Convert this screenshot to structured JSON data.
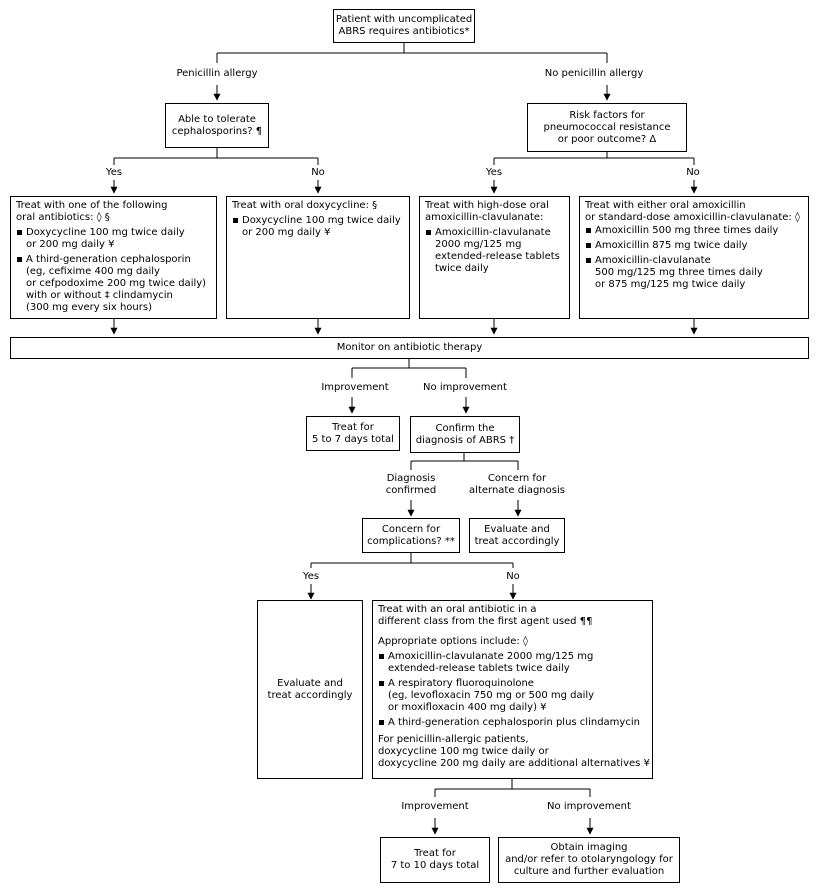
{
  "start": [
    "Patient with uncomplicated",
    "ABRS requires antibiotics*"
  ],
  "branch_left": "Penicillin allergy",
  "branch_right": "No penicillin allergy",
  "ceph_q": [
    "Able to tolerate",
    "cephalosporins? ¶"
  ],
  "risk_q": [
    "Risk factors for",
    "pneumococcal resistance",
    "or poor outcome? Δ"
  ],
  "yes": "Yes",
  "no": "No",
  "box1": {
    "head": [
      "Treat with one of the following",
      "oral antibiotics: ◊ §"
    ],
    "items": [
      [
        "Doxycycline 100 mg twice daily",
        "or 200 mg daily ¥"
      ],
      [
        "A third-generation cephalosporin",
        "(eg, cefixime 400 mg daily",
        "or cefpodoxime 200 mg twice daily)",
        "with or without ‡ clindamycin",
        "(300 mg every six hours)"
      ]
    ]
  },
  "box2": {
    "head": [
      "Treat with oral doxycycline: §"
    ],
    "items": [
      [
        "Doxycycline 100 mg twice daily",
        "or 200 mg daily ¥"
      ]
    ]
  },
  "box3": {
    "head": [
      "Treat with high-dose oral",
      "amoxicillin-clavulanate:"
    ],
    "items": [
      [
        "Amoxicillin-clavulanate",
        "2000 mg/125 mg",
        "extended-release tablets",
        "twice daily"
      ]
    ]
  },
  "box4": {
    "head": [
      "Treat with either oral amoxicillin",
      "or standard-dose amoxicillin-clavulanate: ◊"
    ],
    "items": [
      [
        "Amoxicillin 500 mg three times daily"
      ],
      [
        "Amoxicillin 875 mg twice daily"
      ],
      [
        "Amoxicillin-clavulanate",
        "500 mg/125 mg three times daily",
        "or 875 mg/125 mg twice daily"
      ]
    ]
  },
  "monitor": "Monitor on antibiotic therapy",
  "improvement": "Improvement",
  "no_improvement": "No improvement",
  "treat1": [
    "Treat for",
    "5 to 7 days total"
  ],
  "confirm": [
    "Confirm the",
    "diagnosis of ABRS †"
  ],
  "diag_confirmed": [
    "Diagnosis",
    "confirmed"
  ],
  "concern_alt": [
    "Concern for",
    "alternate diagnosis"
  ],
  "complications": [
    "Concern for",
    "complications? **"
  ],
  "eval1": [
    "Evaluate and",
    "treat accordingly"
  ],
  "eval2": [
    "Evaluate and",
    "treat accordingly"
  ],
  "big": {
    "head": [
      "Treat with an oral antibiotic in a",
      "different class from the first agent used ¶¶"
    ],
    "options": "Appropriate options include: ◊",
    "items": [
      [
        "Amoxicillin-clavulanate 2000 mg/125 mg",
        "extended-release tablets twice daily"
      ],
      [
        "A respiratory fluoroquinolone",
        "(eg, levofloxacin 750 mg or 500 mg daily",
        "or moxifloxacin 400 mg daily) ¥"
      ],
      [
        "A third-generation cephalosporin plus clindamycin"
      ]
    ],
    "foot": [
      "For penicillin-allergic patients,",
      "doxycycline 100 mg twice daily or",
      "doxycycline 200 mg daily are additional alternatives ¥"
    ]
  },
  "treat2": [
    "Treat for",
    "7 to 10 days total"
  ],
  "imaging": [
    "Obtain imaging",
    "and/or refer to otolaryngology for",
    "culture and further evaluation"
  ]
}
